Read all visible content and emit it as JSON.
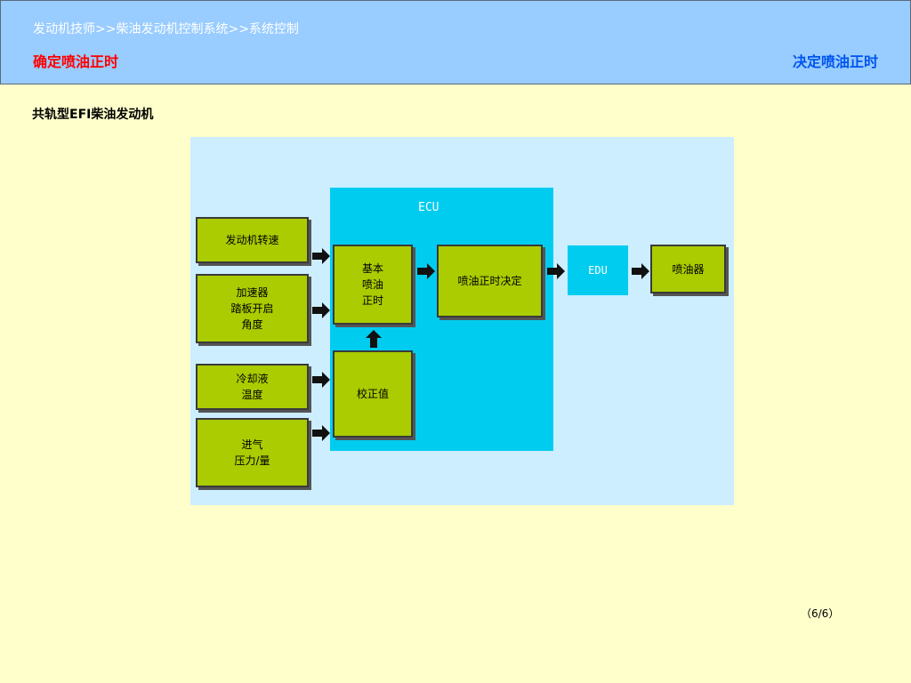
{
  "header": {
    "breadcrumb": "发动机技师>>柴油发动机控制系统>>系统控制",
    "subtitle_left": "确定喷油正时",
    "subtitle_right": "决定喷油正时"
  },
  "section_title": "共轨型EFI柴油发动机",
  "diagram": {
    "ecu_label": "ECU",
    "edu_label": "EDU",
    "inputs": {
      "engine_speed": "发动机转速",
      "accel_pedal": "加速器\n踏板开启\n角度",
      "coolant_temp": "冷却液\n温度",
      "intake": "进气\n压力/量"
    },
    "basic_timing": "基本\n喷油\n正时",
    "correction": "校正值",
    "timing_decision": "喷油正时决定",
    "injector": "喷油器"
  },
  "footer": {
    "page": "（6/6）"
  }
}
